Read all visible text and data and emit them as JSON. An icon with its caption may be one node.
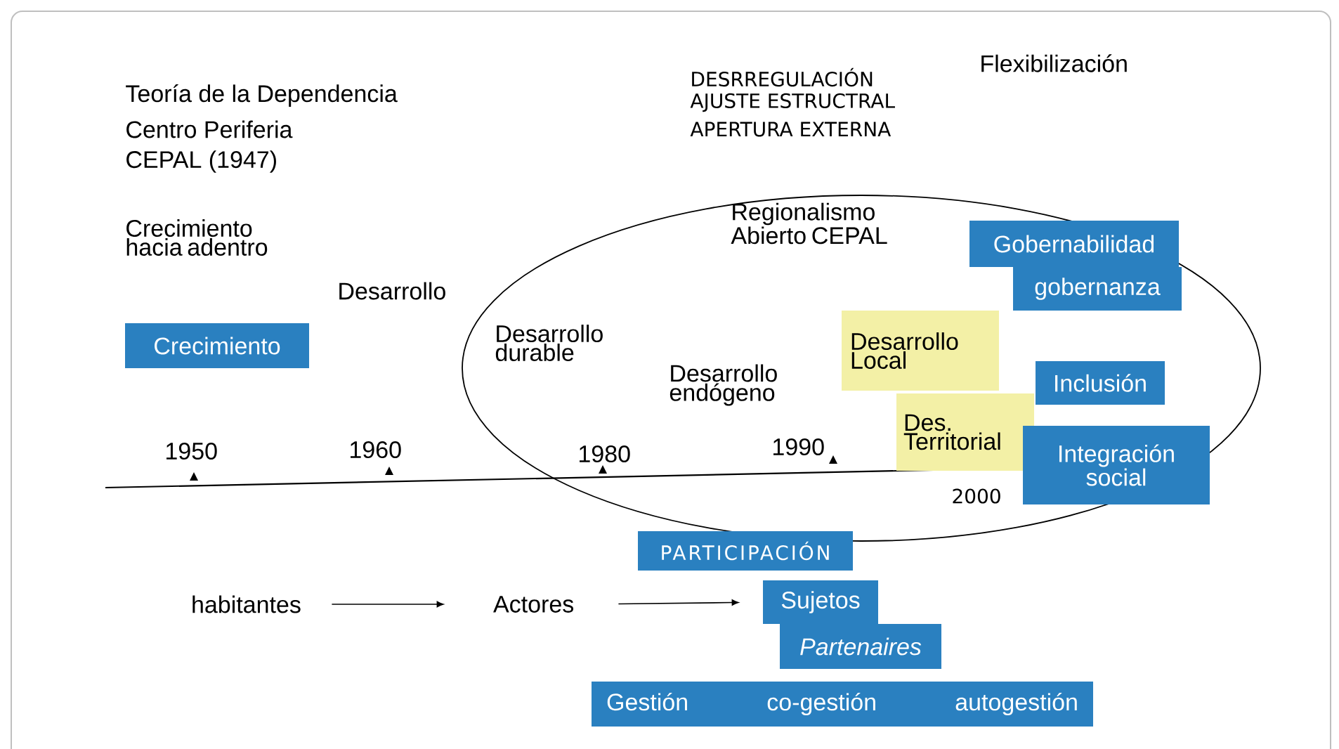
{
  "diagram": {
    "nodes": [
      {
        "text": [
          "Crecimiento"
        ]
      },
      {
        "text": [
          "Gobernabilidad"
        ]
      },
      {
        "text": [
          "gobernanza"
        ]
      },
      {
        "text": [
          "Desarrollo Local"
        ]
      },
      {
        "text": [
          "Inclusión"
        ]
      },
      {
        "text": [
          "Des. Territorial"
        ]
      },
      {
        "text": [
          "Integración social"
        ]
      },
      {
        "text": [
          "PARTICIPACIÓN"
        ]
      },
      {
        "text": [
          "habitantes"
        ]
      },
      {
        "text": [
          "Actores"
        ]
      },
      {
        "text": [
          "Sujetos"
        ]
      },
      {
        "text": [
          "Partenaires"
        ]
      },
      {
        "text": [
          "Gestión",
          "co-gestión",
          "autogestión"
        ]
      }
    ],
    "edges": [
      {
        "from": 8,
        "to": 9,
        "arrow": "to"
      },
      {
        "from": 9,
        "to": 10,
        "arrow": "to"
      }
    ],
    "labels": [
      "Teoría de la Dependencia",
      "Centro Periferia",
      "CEPAL (1947)",
      "DESRREGULACIÓN",
      "AJUSTE ESTRUCTRAL",
      "APERTURA EXTERNA",
      "Flexibilización",
      "Crecimiento hacia adentro",
      "Desarrollo",
      "Regionalismo Abierto CEPAL",
      "Desarrollo durable",
      "Desarrollo endógeno",
      "1950",
      "1960",
      "1980",
      "1990",
      "2000"
    ]
  }
}
